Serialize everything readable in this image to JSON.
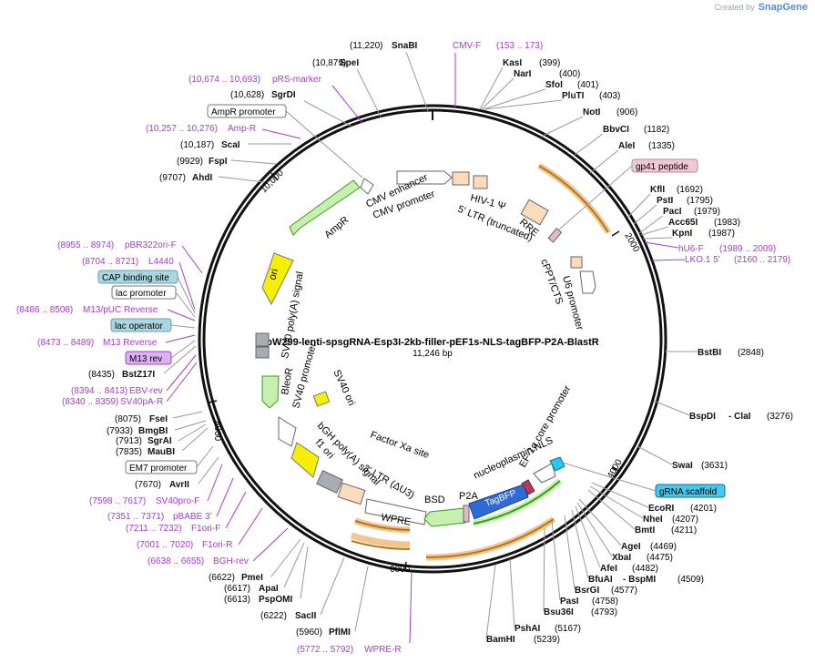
{
  "header": {
    "created_by": "Created by",
    "brand": "SnapGene"
  },
  "plasmid": {
    "name": "pW299-lenti-spsgRNA-Esp3I-2kb-filler-pEF1s-NLS-tagBFP-P2A-BlastR",
    "size": "11,246 bp"
  },
  "ticks": [
    "2000",
    "4000",
    "6000",
    "8000",
    "10,000"
  ],
  "left_labels": [
    {
      "pos": "(11,220)",
      "name": "SnaBI"
    },
    {
      "pos": "(10,879)",
      "name": "SpeI"
    },
    {
      "pos": "(10,674 .. 10,693)",
      "name": "pRS-marker",
      "primer": true
    },
    {
      "pos": "(10,628)",
      "name": "SgrDI"
    },
    {
      "boxed": "AmpR promoter"
    },
    {
      "pos": "(10,257 .. 10,276)",
      "name": "Amp-R",
      "primer": true
    },
    {
      "pos": "(10,187)",
      "name": "ScaI"
    },
    {
      "pos": "(9929)",
      "name": "FspI"
    },
    {
      "pos": "(9707)",
      "name": "AhdI"
    },
    {
      "pos": "(8955 .. 8974)",
      "name": "pBR322ori-F",
      "primer": true
    },
    {
      "pos": "(8704 .. 8721)",
      "name": "L4440",
      "primer": true
    },
    {
      "boxed_teal": "CAP binding site"
    },
    {
      "boxed": "lac promoter"
    },
    {
      "pos": "(8486 .. 8508)",
      "name": "M13/pUC Reverse",
      "primer": true
    },
    {
      "boxed_teal": "lac operator"
    },
    {
      "pos": "(8473 .. 8489)",
      "name": "M13 Reverse",
      "primer": true
    },
    {
      "boxed_purple": "M13 rev"
    },
    {
      "pos": "(8435)",
      "name": "BstZ17I"
    },
    {
      "pos": "(8394 .. 8413)",
      "name": "EBV-rev",
      "primer": true
    },
    {
      "pos": "(8340 .. 8359)",
      "name": "SV40pA-R",
      "primer": true
    },
    {
      "pos": "(8075)",
      "name": "FseI"
    },
    {
      "pos": "(7933)",
      "name": "BmgBI"
    },
    {
      "pos": "(7913)",
      "name": "SgrAI"
    },
    {
      "pos": "(7835)",
      "name": "MauBI"
    },
    {
      "boxed": "EM7 promoter"
    },
    {
      "pos": "(7670)",
      "name": "AvrII"
    },
    {
      "pos": "(7598 .. 7617)",
      "name": "SV40pro-F",
      "primer": true
    },
    {
      "pos": "(7351 .. 7371)",
      "name": "pBABE 3'",
      "primer": true
    },
    {
      "pos": "(7211 .. 7232)",
      "name": "F1ori-F",
      "primer": true
    },
    {
      "pos": "(7001 .. 7020)",
      "name": "F1ori-R",
      "primer": true
    },
    {
      "pos": "(6638 .. 6655)",
      "name": "BGH-rev",
      "primer": true
    },
    {
      "pos": "(6622)",
      "name": "PmeI"
    },
    {
      "pos": "(6617)",
      "name": "ApaI"
    },
    {
      "pos": "(6613)",
      "name": "PspOMI"
    },
    {
      "pos": "(6222)",
      "name": "SacII"
    },
    {
      "pos": "(5960)",
      "name": "PflMI"
    },
    {
      "pos": "(5772 .. 5792)",
      "name": "WPRE-R",
      "primer": true
    }
  ],
  "right_labels": [
    {
      "name": "CMV-F",
      "pos": "(153 .. 173)",
      "primer": true
    },
    {
      "name": "KasI",
      "pos": "(399)"
    },
    {
      "name": "NarI",
      "pos": "(400)"
    },
    {
      "name": "SfoI",
      "pos": "(401)"
    },
    {
      "name": "PluTI",
      "pos": "(403)"
    },
    {
      "name": "NotI",
      "pos": "(906)"
    },
    {
      "name": "BbvCI",
      "pos": "(1182)"
    },
    {
      "name": "AleI",
      "pos": "(1335)"
    },
    {
      "boxed_pink": "gp41 peptide"
    },
    {
      "name": "KflI",
      "pos": "(1692)"
    },
    {
      "name": "PstI",
      "pos": "(1795)"
    },
    {
      "name": "PacI",
      "pos": "(1979)"
    },
    {
      "name": "Acc65I",
      "pos": "(1983)"
    },
    {
      "name": "KpnI",
      "pos": "(1987)"
    },
    {
      "name": "hU6-F",
      "pos": "(1989 .. 2009)",
      "primer": true
    },
    {
      "name": "LKO.1 5'",
      "pos": "(2160 .. 2179)",
      "primer": true
    },
    {
      "name": "BstBI",
      "pos": "(2848)"
    },
    {
      "name": "BspDI",
      "pos": "(3276)",
      "extra": "- ClaI"
    },
    {
      "name": "SwaI",
      "pos": "(3631)"
    },
    {
      "boxed_cyan": "gRNA scaffold"
    },
    {
      "name": "EcoRI",
      "pos": "(4201)"
    },
    {
      "name": "NheI",
      "pos": "(4207)"
    },
    {
      "name": "BmtI",
      "pos": "(4211)"
    },
    {
      "name": "AgeI",
      "pos": "(4469)"
    },
    {
      "name": "XbaI",
      "pos": "(4475)"
    },
    {
      "name": "AfeI",
      "pos": "(4482)"
    },
    {
      "name": "BfuAI",
      "pos": "(4509)",
      "extra": "- BspMI"
    },
    {
      "name": "BsrGI",
      "pos": "(4577)"
    },
    {
      "name": "PasI",
      "pos": "(4758)"
    },
    {
      "name": "Bsu36I",
      "pos": "(4793)"
    },
    {
      "name": "PshAI",
      "pos": "(5167)"
    },
    {
      "name": "BamHI",
      "pos": "(5239)"
    }
  ],
  "features": [
    "CMV enhancer",
    "CMV promoter",
    "HIV-1 Ψ",
    "5' LTR (truncated)",
    "RRE",
    "cPPT/CTS",
    "U6 promoter",
    "AmpR",
    "ori",
    "SV40 poly(A) signal",
    "SV40 promoter",
    "BleoR",
    "SV40 ori",
    "bGH poly(A) signal",
    "f1 ori",
    "3' LTR (ΔU3)",
    "Factor Xa site",
    "nucleoplasmin NLS",
    "EF-1α core promoter",
    "TagBFP",
    "P2A",
    "BSD",
    "WPRE"
  ]
}
